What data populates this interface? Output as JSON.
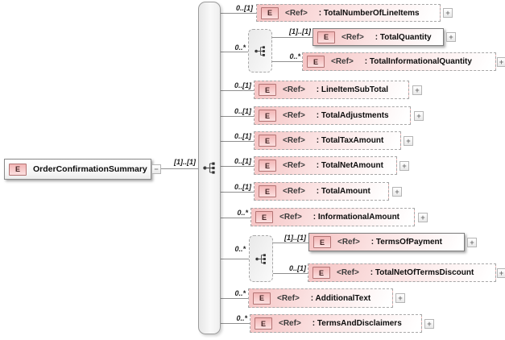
{
  "glyphs": {
    "element_badge": "E",
    "expand": "+",
    "collapse": "−",
    "ref": "<Ref>"
  },
  "root": {
    "label": "OrderConfirmationSummary",
    "cardinality": "[1]..[1]"
  },
  "groups": {
    "quantity_group": {
      "cardinality": "0..*"
    },
    "terms_group": {
      "cardinality": "0..*"
    }
  },
  "elements": {
    "total_number_of_line_items": {
      "cardinality": "0..[1]",
      "label": ": TotalNumberOfLineItems"
    },
    "total_quantity": {
      "cardinality": "[1]..[1]",
      "label": ": TotalQuantity"
    },
    "total_informational_quantity": {
      "cardinality": "0..*",
      "label": ": TotalInformationalQuantity"
    },
    "line_item_sub_total": {
      "cardinality": "0..[1]",
      "label": ": LineItemSubTotal"
    },
    "total_adjustments": {
      "cardinality": "0..[1]",
      "label": ": TotalAdjustments"
    },
    "total_tax_amount": {
      "cardinality": "0..[1]",
      "label": ": TotalTaxAmount"
    },
    "total_net_amount": {
      "cardinality": "0..[1]",
      "label": ": TotalNetAmount"
    },
    "total_amount": {
      "cardinality": "0..[1]",
      "label": ": TotalAmount"
    },
    "informational_amount": {
      "cardinality": "0..*",
      "label": ": InformationalAmount"
    },
    "terms_of_payment": {
      "cardinality": "[1]..[1]",
      "label": ": TermsOfPayment"
    },
    "total_net_of_terms_discount": {
      "cardinality": "0..[1]",
      "label": ": TotalNetOfTermsDiscount"
    },
    "additional_text": {
      "cardinality": "0..*",
      "label": ": AdditionalText"
    },
    "terms_and_disclaimers": {
      "cardinality": "0..*",
      "label": ": TermsAndDisclaimers"
    }
  },
  "colors": {
    "element_fill": "#f5c3c3",
    "badge_border": "#b37474",
    "optional_border": "#a8a8a8",
    "required_border": "#7d7d7d",
    "connector_line": "#8f8f8f"
  }
}
